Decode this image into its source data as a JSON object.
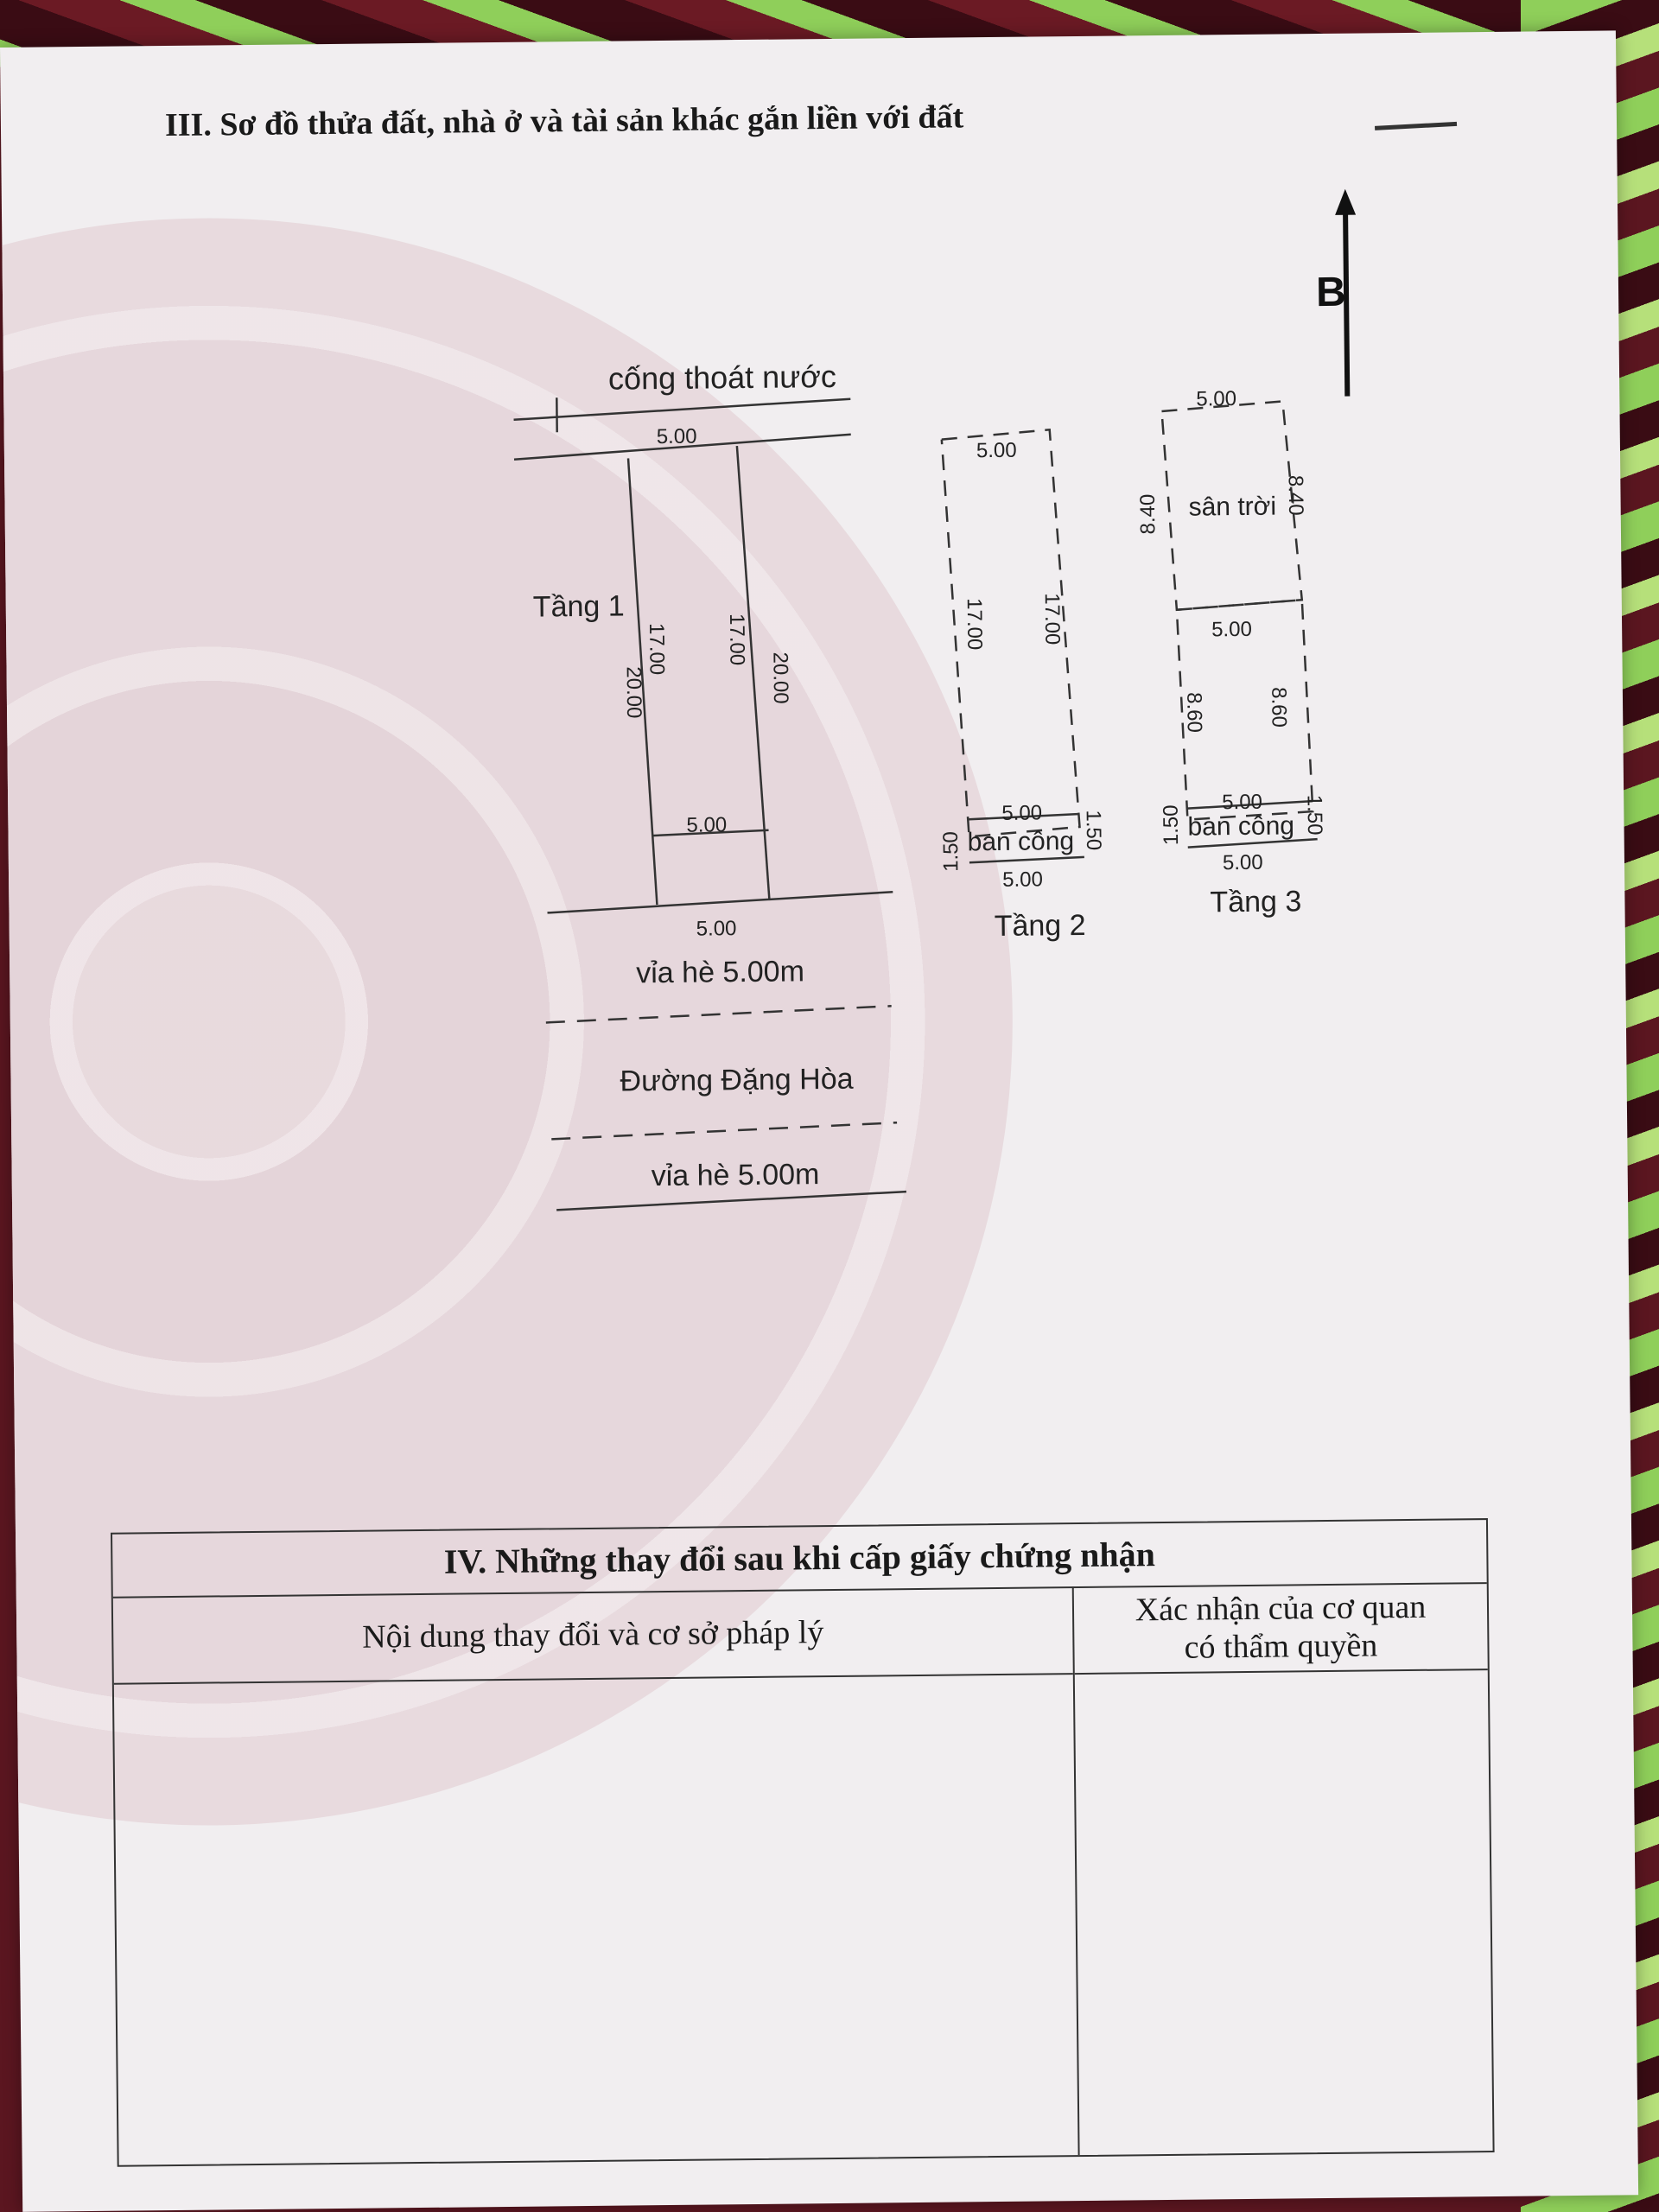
{
  "section3": {
    "title": "III. Sơ đồ thửa đất, nhà ở và tài sản khác gắn liền với đất"
  },
  "north_label": "B",
  "plan": {
    "drain_label": "cống thoát nước",
    "floor1": {
      "label": "Tầng 1",
      "top_width": "5.00",
      "bottom_width": "5.00",
      "inner_width": "5.00",
      "left_outer": "20.00",
      "left_inner": "17.00",
      "right_inner": "17.00",
      "right_outer": "20.00"
    },
    "floor2": {
      "label": "Tầng 2",
      "top_width": "5.00",
      "left_len": "17.00",
      "right_len": "17.00",
      "inner_width": "5.00",
      "balcony_label": "ban công",
      "balcony_left": "1.50",
      "balcony_right": "1.50",
      "bottom_width": "5.00"
    },
    "floor3": {
      "label": "Tầng 3",
      "top_width": "5.00",
      "terrace_label": "sân trời",
      "terrace_left": "8.40",
      "terrace_right": "8.40",
      "mid_width": "5.00",
      "left_len": "8.60",
      "right_len": "8.60",
      "inner_width": "5.00",
      "balcony_label": "ban công",
      "balcony_left": "1.50",
      "balcony_right": "1.50",
      "bottom_width": "5.00"
    },
    "sidewalk_top": "vỉa hè 5.00m",
    "street": "Đường Đặng Hòa",
    "sidewalk_bottom": "vỉa hè 5.00m"
  },
  "section4": {
    "title": "IV. Những thay đổi sau khi cấp giấy chứng nhận",
    "col_left": "Nội dung thay đổi và cơ sở pháp lý",
    "col_right_line1": "Xác nhận của cơ quan",
    "col_right_line2": "có thẩm quyền"
  }
}
